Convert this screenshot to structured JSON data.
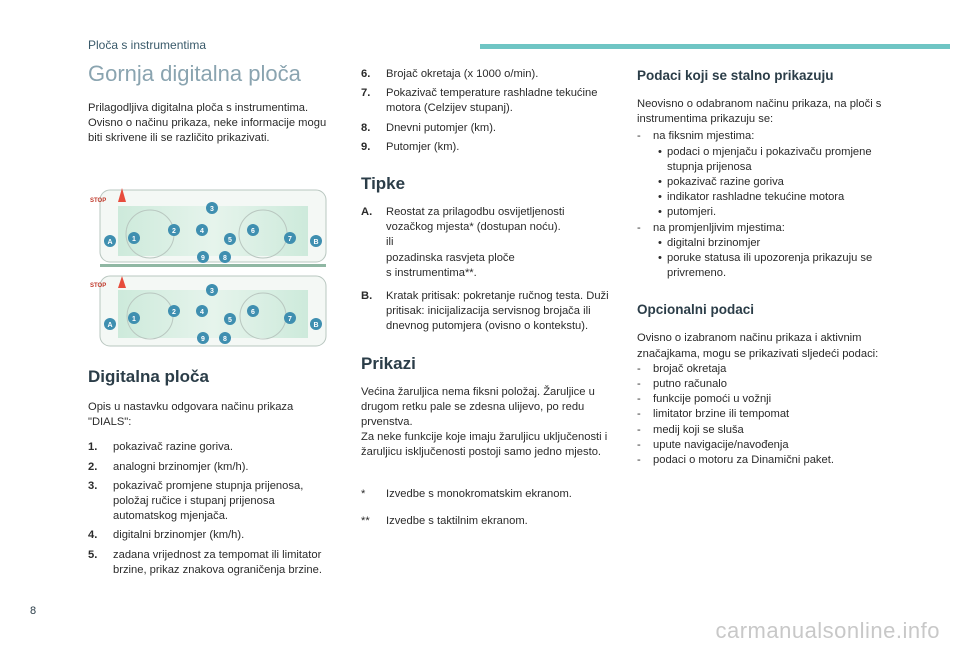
{
  "header": {
    "section": "Ploča s instrumentima"
  },
  "page_number": "8",
  "watermark": "carmanualsonline.info",
  "col1": {
    "title": "Gornja digitalna ploča",
    "intro": "Prilagodljiva digitalna ploča s instrumentima. Ovisno o načinu prikaza, neke informacije mogu biti skrivene ili se različito prikazivati.",
    "section_title": "Digitalna ploča",
    "section_intro": "Opis u nastavku odgovara načinu prikaza \"DIALS\":",
    "items": [
      {
        "num": "1.",
        "text": "pokazivač razine goriva."
      },
      {
        "num": "2.",
        "text": "analogni brzinomjer (km/h)."
      },
      {
        "num": "3.",
        "text": "pokazivač promjene stupnja prijenosa, položaj ručice i stupanj prijenosa automatskog mjenjača."
      },
      {
        "num": "4.",
        "text": "digitalni brzinomjer (km/h)."
      },
      {
        "num": "5.",
        "text": "zadana vrijednost za tempomat ili limitator brzine, prikaz znakova ograničenja brzine."
      }
    ]
  },
  "figure": {
    "stop": "STOP",
    "left_label": "A",
    "right_label": "B",
    "badges": [
      "1",
      "2",
      "3",
      "4",
      "5",
      "6",
      "7",
      "8",
      "9"
    ]
  },
  "col2": {
    "items": [
      {
        "num": "6.",
        "text": "Brojač okretaja (x 1000 o/min)."
      },
      {
        "num": "7.",
        "text": "Pokazivač temperature rashladne tekućine motora (Celzijev stupanj)."
      },
      {
        "num": "8.",
        "text": "Dnevni putomjer (km)."
      },
      {
        "num": "9.",
        "text": "Putomjer (km)."
      }
    ],
    "buttons_title": "Tipke",
    "buttons": [
      {
        "num": "A.",
        "text": "Reostat za prilagodbu osvijetljenosti vozačkog mjesta* (dostupan noću).",
        "extra": [
          "ili",
          "pozadinska rasvjeta ploče",
          "s instrumentima**."
        ]
      },
      {
        "num": "B.",
        "text": "Kratak pritisak: pokretanje ručnog testa. Duži pritisak: inicijalizacija servisnog brojača ili dnevnog putomjera (ovisno o kontekstu).",
        "extra": []
      }
    ],
    "displays_title": "Prikazi",
    "displays_p1": "Većina žaruljica nema fiksni položaj. Žaruljice u drugom retku pale se zdesna ulijevo, po redu prvenstva.",
    "displays_p2": "Za neke funkcije koje imaju žaruljicu uključenosti i žaruljicu isključenosti postoji samo jedno mjesto.",
    "footnotes": [
      {
        "mark": "*",
        "text": "Izvedbe s monokromatskim ekranom."
      },
      {
        "mark": "**",
        "text": "Izvedbe s taktilnim ekranom."
      }
    ]
  },
  "col3": {
    "title": "Podaci koji se stalno prikazuju",
    "intro": "Neovisno o odabranom načinu prikaza, na ploči s instrumentima prikazuju se:",
    "fixed_label": "na fiksnim mjestima:",
    "fixed_items": [
      "podaci o mjenjaču i pokazivaču promjene stupnja prijenosa",
      "pokazivač razine goriva",
      "indikator rashladne tekućine motora",
      "putomjeri."
    ],
    "variable_label": "na promjenljivim mjestima:",
    "variable_items": [
      "digitalni brzinomjer",
      "poruke statusa ili upozorenja prikazuju se privremeno."
    ],
    "optional_title": "Opcionalni podaci",
    "optional_intro": "Ovisno o izabranom načinu prikaza i aktivnim značajkama, mogu se prikazivati sljedeći podaci:",
    "optional_items": [
      "brojač okretaja",
      "putno računalo",
      "funkcije pomoći u vožnji",
      "limitator brzine ili tempomat",
      "medij koji se sluša",
      "upute navigacije/navođenja",
      "podaci o motoru za Dinamični paket."
    ]
  },
  "colors": {
    "accent": "#6fc5c4",
    "badge": "#3f8fb0",
    "title_light": "#8aa4b0"
  }
}
